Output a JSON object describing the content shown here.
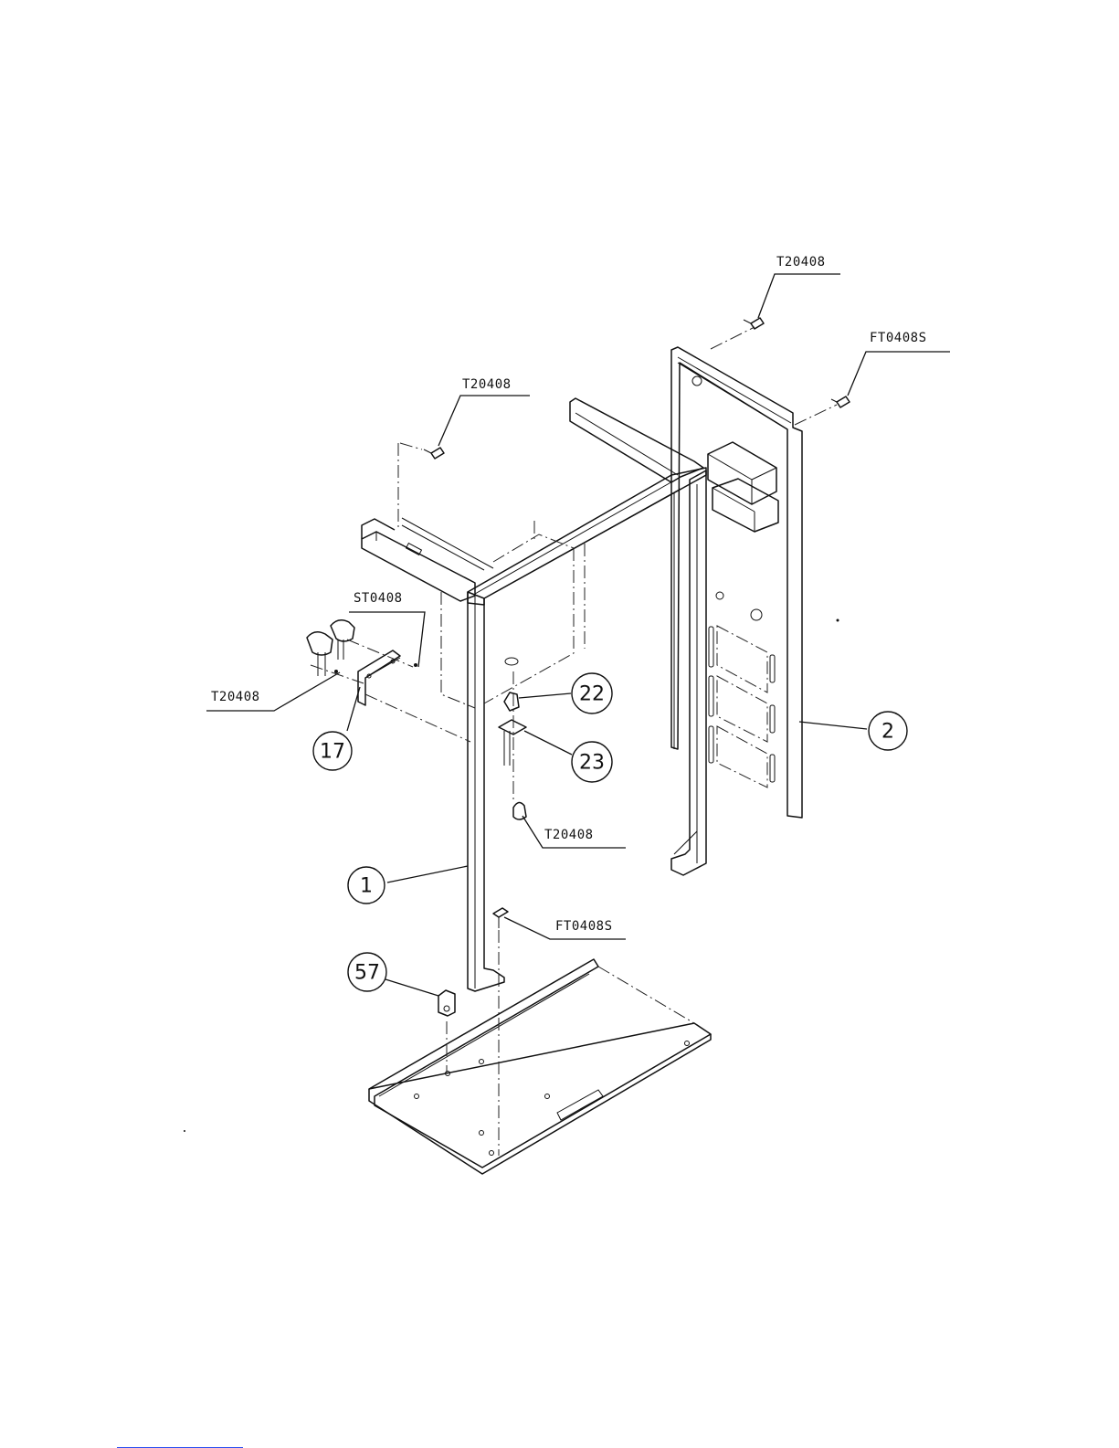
{
  "callouts": {
    "c1": "1",
    "c2": "2",
    "c17": "17",
    "c22": "22",
    "c23": "23",
    "c57": "57"
  },
  "labels": {
    "top_right_screw": "T20408",
    "right_screw": "FT0408S",
    "top_left_screw": "T20408",
    "st_screw": "ST0408",
    "left_screw": "T20408",
    "middle_screw": "T20408",
    "bottom_screw": "FT0408S"
  },
  "colors": {
    "line": "#111111",
    "background": "#ffffff",
    "accent_bar": "#2b4ff0"
  }
}
